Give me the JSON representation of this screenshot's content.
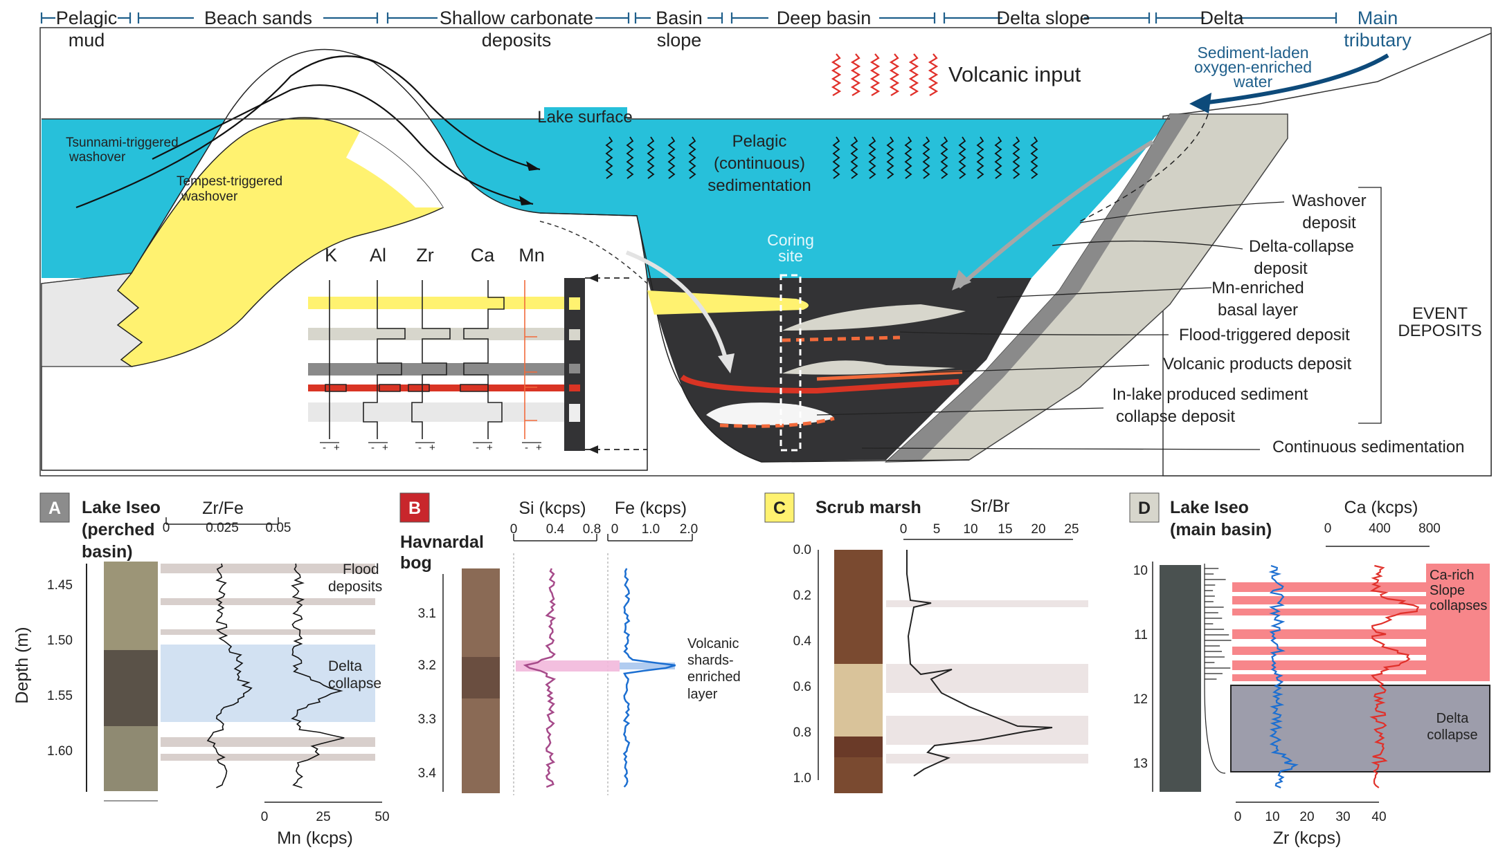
{
  "zones": [
    {
      "l1": "Pelagic",
      "l2": "mud"
    },
    {
      "l1": "Beach sands",
      "l2": ""
    },
    {
      "l1": "Shallow carbonate",
      "l2": "deposits"
    },
    {
      "l1": "Basin",
      "l2": "slope"
    },
    {
      "l1": "Deep basin",
      "l2": ""
    },
    {
      "l1": "Delta slope",
      "l2": ""
    },
    {
      "l1": "Delta",
      "l2": ""
    }
  ],
  "main_tributary": {
    "l1": "Main",
    "l2": "tributary"
  },
  "sediment_water": {
    "l1": "Sediment-laden",
    "l2": "oxygen-enriched",
    "l3": "water"
  },
  "volcanic_input": "Volcanic input",
  "lake_surface": "Lake surface",
  "tsunami": {
    "l1": "Tsunnami-triggered",
    "l2": "washover"
  },
  "tempest": {
    "l1": "Tempest-triggered",
    "l2": "washover"
  },
  "pelagic": {
    "l1": "Pelagic",
    "l2": "(continuous)",
    "l3": "sedimentation"
  },
  "coring": {
    "l1": "Coring",
    "l2": "site"
  },
  "elements": [
    "K",
    "Al",
    "Zr",
    "Ca",
    "Mn"
  ],
  "plusminus": [
    "-",
    "+"
  ],
  "event_deposits": {
    "items": [
      {
        "l1": "Washover",
        "l2": "deposit"
      },
      {
        "l1": "Delta-collapse",
        "l2": "deposit"
      },
      {
        "l1": "Mn-enriched",
        "l2": "basal layer"
      },
      {
        "l1": "Flood-triggered deposit",
        "l2": ""
      },
      {
        "l1": "Volcanic products deposit",
        "l2": ""
      },
      {
        "l1": "In-lake produced sediment",
        "l2": "collapse deposit"
      }
    ],
    "bracket": {
      "l1": "EVENT",
      "l2": "DEPOSITS"
    },
    "continuous": "Continuous sedimentation"
  },
  "panelA": {
    "letter": "A",
    "t1": "Lake Iseo",
    "t2": "(perched",
    "t3": "basin)",
    "ylabel": "Depth (m)",
    "depth_ticks": [
      "1.45",
      "1.50",
      "1.55",
      "1.60"
    ],
    "top_axis": {
      "title": "Zr/Fe",
      "ticks": [
        "0",
        "0.025",
        "0.05"
      ]
    },
    "bottom_axis": {
      "title": "Mn (kcps)",
      "ticks": [
        "0",
        "25",
        "50"
      ]
    },
    "notes": {
      "f1": "Flood",
      "f2": "deposits",
      "d1": "Delta",
      "d2": "collapse"
    }
  },
  "panelB": {
    "letter": "B",
    "t1": "Havnardal",
    "t2": "bog",
    "si_axis": {
      "title": "Si (kcps)",
      "ticks": [
        "0",
        "0.4",
        "0.8"
      ]
    },
    "fe_axis": {
      "title": "Fe (kcps)",
      "ticks": [
        "0",
        "1.0",
        "2.0"
      ]
    },
    "depth_ticks": [
      "3.1",
      "3.2",
      "3.3",
      "3.4"
    ],
    "notes": {
      "v1": "Volcanic",
      "v2": "shards-",
      "v3": "enriched",
      "v4": "layer"
    }
  },
  "panelC": {
    "letter": "C",
    "t1": "Scrub marsh",
    "axis": {
      "title": "Sr/Br",
      "ticks": [
        "0",
        "5",
        "10",
        "15",
        "20",
        "25"
      ]
    },
    "depth_ticks": [
      "0.0",
      "0.2",
      "0.4",
      "0.6",
      "0.8",
      "1.0"
    ]
  },
  "panelD": {
    "letter": "D",
    "t1": "Lake Iseo",
    "t2": "(main basin)",
    "top_axis": {
      "title": "Ca (kcps)",
      "ticks": [
        "0",
        "400",
        "800"
      ]
    },
    "bottom_axis": {
      "title": "Zr (kcps)",
      "ticks": [
        "0",
        "10",
        "20",
        "30",
        "40"
      ]
    },
    "depth_ticks": [
      "10",
      "11",
      "12",
      "13"
    ],
    "notes": {
      "c1": "Ca-rich",
      "c2": "Slope",
      "c3": "collapses",
      "d1": "Delta",
      "d2": "collapse"
    }
  },
  "colors": {
    "lake": "#27c0da",
    "dark": "#333335",
    "yellow": "#fff270",
    "lightgray": "#d7d6cc",
    "red": "#d93424",
    "orange": "#f26a3b",
    "blueline": "#1c6fd1",
    "pink": "#f7868a",
    "navy": "#0d4a7a"
  }
}
